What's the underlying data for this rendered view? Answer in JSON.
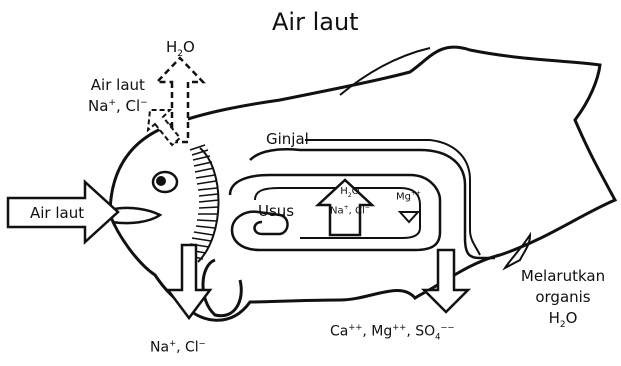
{
  "title": "Air laut",
  "labels": {
    "h2o_top_main": "H",
    "h2o_top_sub": "2",
    "h2o_top_end": "O",
    "sea_in_line1": "Air laut",
    "sea_in_line2_a": "Na",
    "sea_in_line2_sup1": "+",
    "sea_in_line2_b": ", Cl",
    "sea_in_line2_sup2": "−",
    "arrow_left": "Air laut",
    "ginjal": "Ginjal",
    "usus": "Usus",
    "inner_h2o_main": "H",
    "inner_h2o_sub": "2",
    "inner_h2o_end": "O",
    "inner_na_a": "Na",
    "inner_na_sup1": "+",
    "inner_na_b": ", Cl",
    "inner_na_sup2": "−",
    "mg_main": "Mg",
    "mg_sup": "++",
    "bottom_left_a": "Na",
    "bottom_left_sup1": "+",
    "bottom_left_b": ", Cl",
    "bottom_left_sup2": "−",
    "bottom_mid_a": "Ca",
    "bottom_mid_sup1": "++",
    "bottom_mid_b": ", Mg",
    "bottom_mid_sup2": "++",
    "bottom_mid_c": ",  SO",
    "bottom_mid_sub": "4",
    "bottom_mid_sup3": "−−",
    "right_line1": "Melarutkan",
    "right_line2": "organis",
    "right_h2o_main": "H",
    "right_h2o_sub": "2",
    "right_h2o_end": "O"
  }
}
